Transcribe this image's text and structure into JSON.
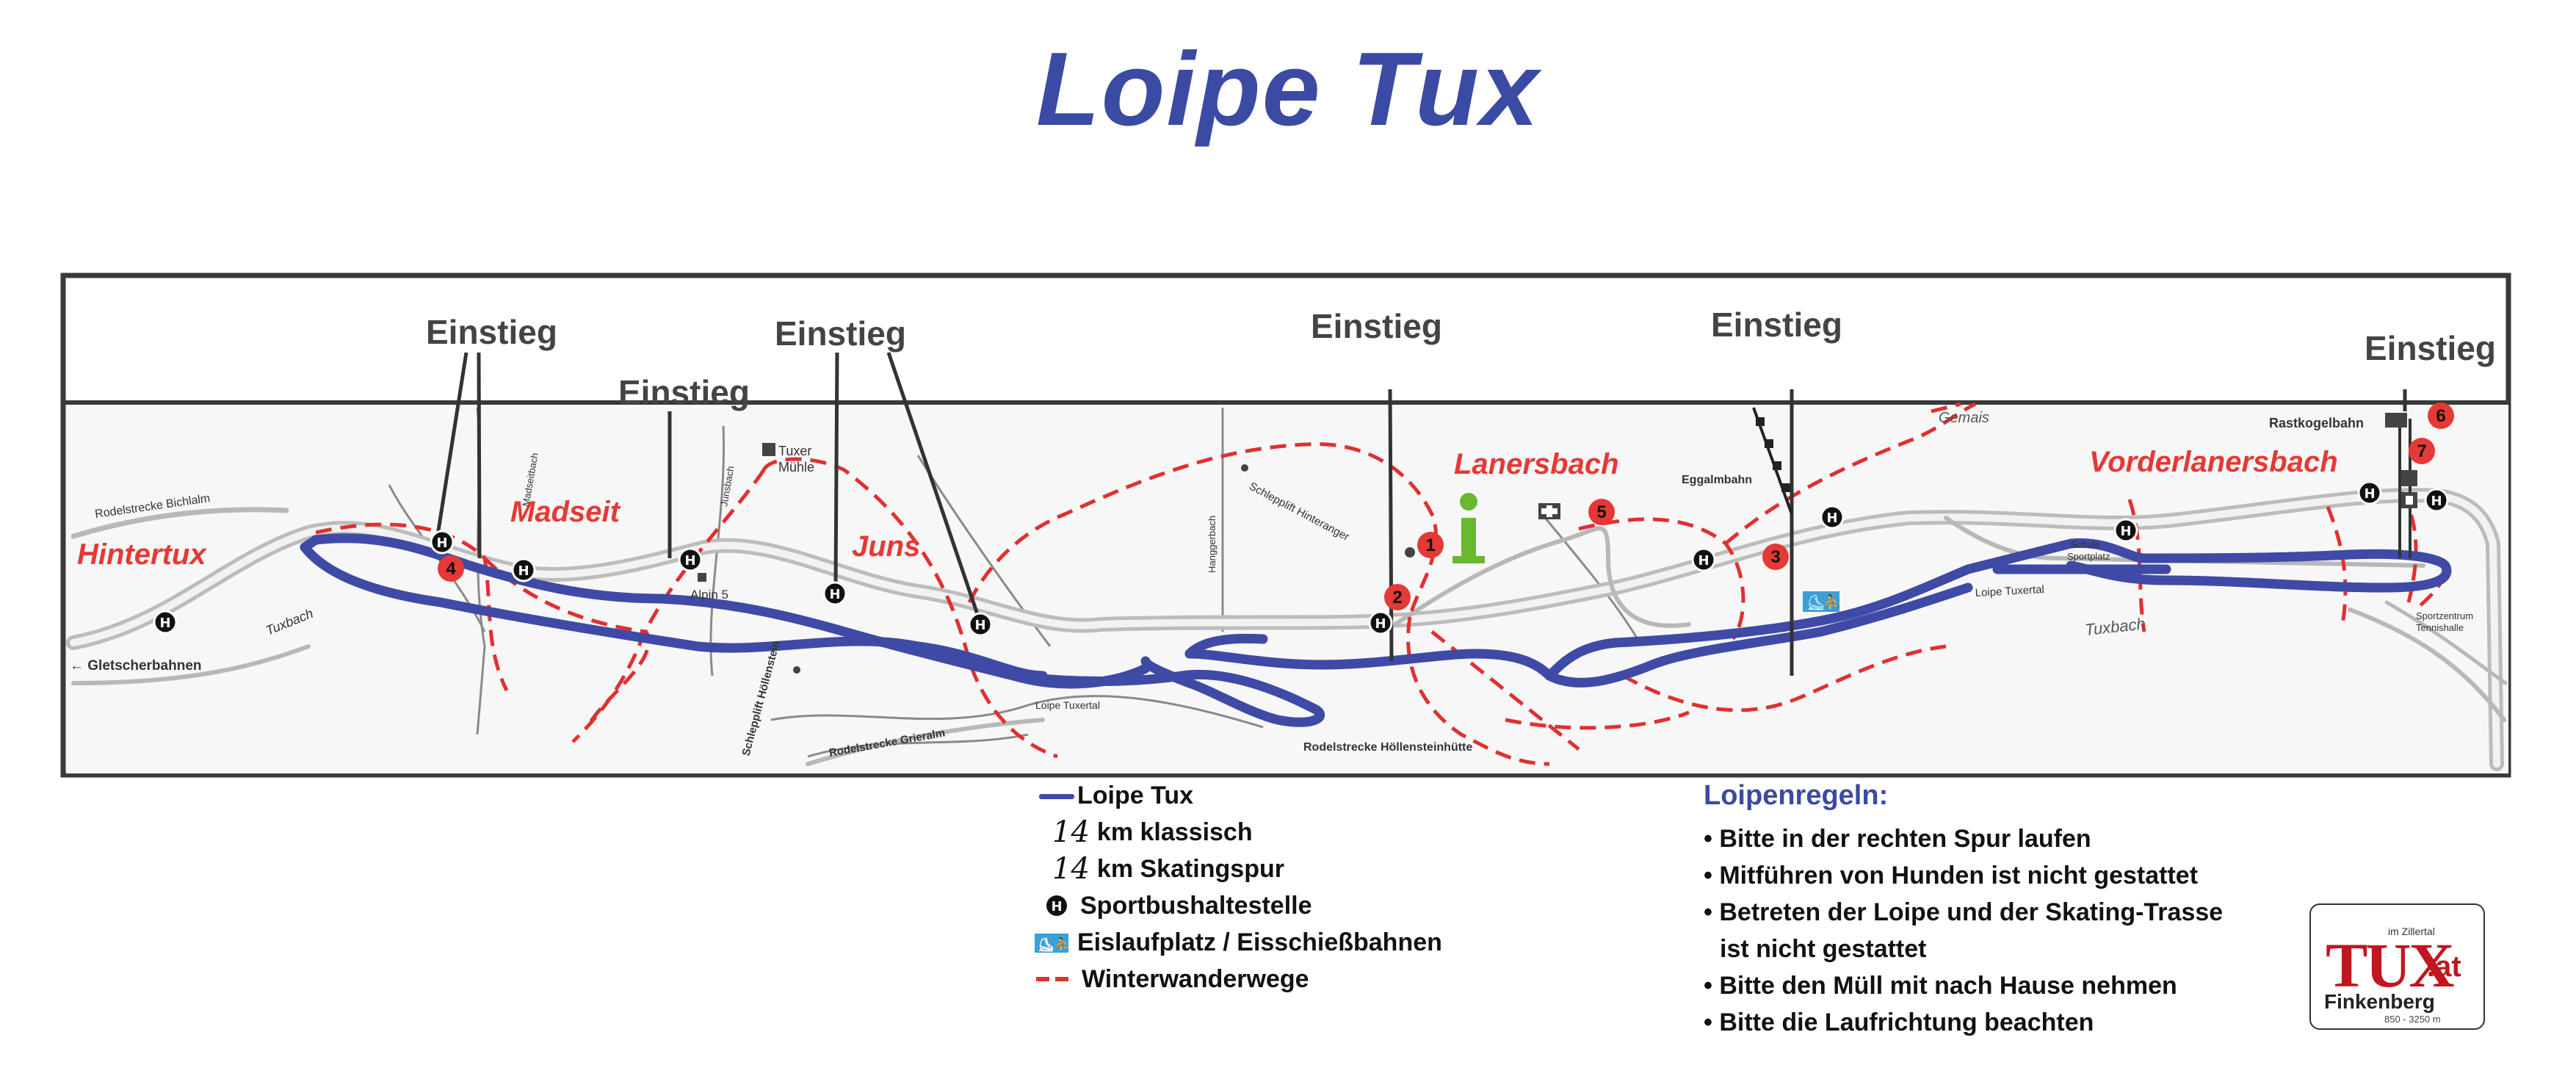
{
  "title": "Loipe Tux",
  "entry_label": "Einstieg",
  "places": {
    "hintertux": "Hintertux",
    "madseit": "Madseit",
    "juns": "Juns",
    "lanersbach": "Lanersbach",
    "vorderlanersbach": "Vorderlanersbach"
  },
  "map_labels": {
    "rodelstrecke_bichlalm": "Rodelstrecke Bichlalm",
    "gletscherbahnen": "← Gletscherbahnen",
    "tuxbach": "Tuxbach",
    "tuxbach2": "Tuxbach",
    "alpin5": "Alpin 5",
    "tuxer_muehle_1": "Tuxer",
    "tuxer_muehle_2": "Mühle",
    "schlepplift_hoellenstein": "Schlepplift Höllenstein",
    "rodelstrecke_grieralm": "Rodelstrecke Grieralm",
    "loipe_tuxertal": "Loipe Tuxertal",
    "loipe_tuxertal2": "Loipe Tuxertal",
    "rodelstrecke_hoellensteinhuette": "Rodelstrecke Höllensteinhütte",
    "schlepplift_hinteranger": "Schlepplift Hinteranger",
    "hanggerbach": "Hanggerbach",
    "junsbach": "Junsbach",
    "madseitbach": "Madseitbach",
    "eggalmbahn": "Eggalmbahn",
    "gemais": "Gemais",
    "rastkogelbahn": "Rastkogelbahn",
    "schule_sportplatz_1": "Schule",
    "schule_sportplatz_2": "Sportplatz",
    "sportzentrum_1": "Sportzentrum",
    "sportzentrum_2": "Tennishalle"
  },
  "markers": [
    "1",
    "2",
    "3",
    "4",
    "5",
    "6",
    "7"
  ],
  "bus_stop_symbol": "H",
  "legend": {
    "loipe": "Loipe Tux",
    "km_klassisch_value": "14",
    "km_klassisch": "km klassisch",
    "km_skating_value": "14",
    "km_skating": "km Skatingspur",
    "bus": "Sportbushaltestelle",
    "eislauf": "Eislaufplatz / Eisschießbahnen",
    "winterwander": "Winterwanderwege"
  },
  "rules": {
    "heading": "Loipenregeln:",
    "items": [
      "• Bitte in der rechten Spur laufen",
      "• Mitführen von Hunden ist nicht gestattet",
      "• Betreten der Loipe und der Skating-Trasse",
      "ist  nicht gestattet",
      "• Bitte den Müll mit nach Hause nehmen",
      "• Bitte die Laufrichtung beachten"
    ]
  },
  "logo": {
    "region": "im Zillertal",
    "brand": "TUX",
    "domain": ".at",
    "sub": "Finkenberg",
    "altitude": "850 - 3250 m"
  },
  "colors": {
    "loipe": "#3f4aa6",
    "wanderweg": "#e03030",
    "road": "#bcbcbc",
    "place": "#e53935",
    "title": "#3b4aa3",
    "marker": "#e53935",
    "info": "#6ab82e"
  }
}
